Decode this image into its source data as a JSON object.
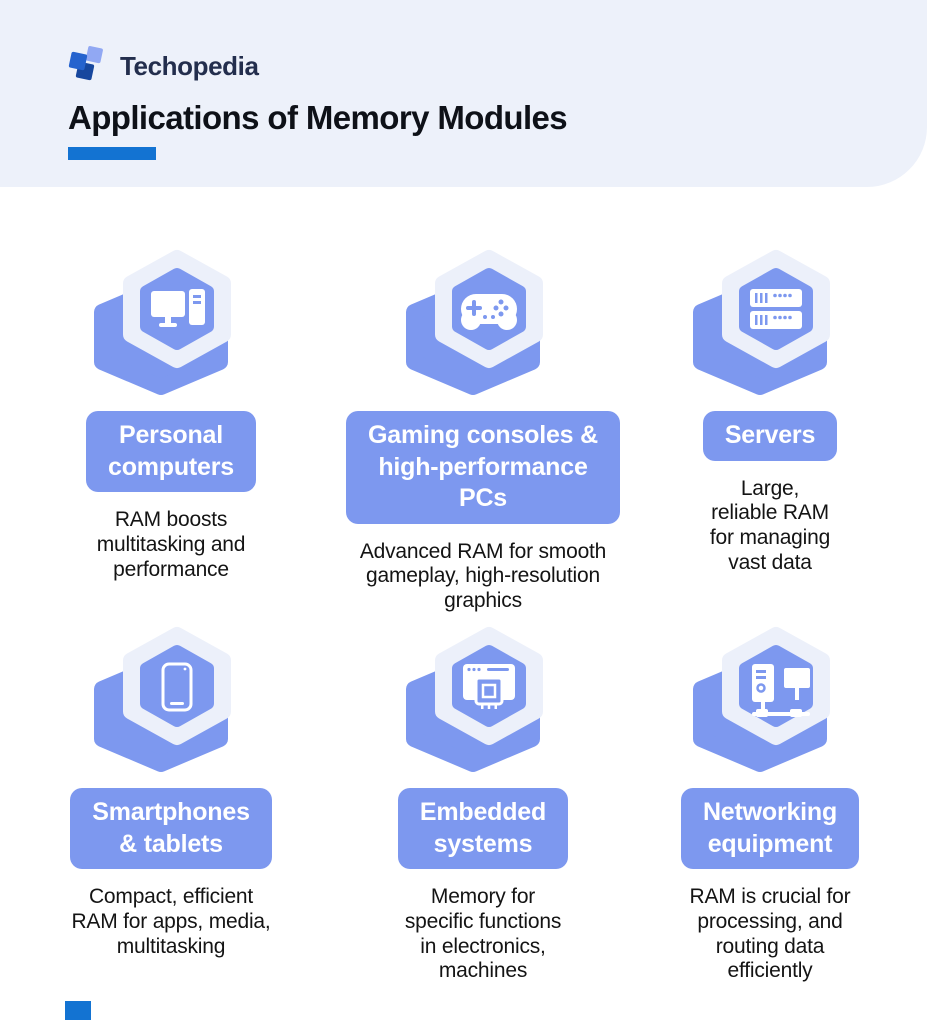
{
  "brand": {
    "name": "Techopedia",
    "logo_icon": "techopedia-logo"
  },
  "header": {
    "title": "Applications of Memory Modules"
  },
  "colors": {
    "header_bg": "#EDF1FA",
    "accent_blue": "#1373D2",
    "periwinkle": "#7D98EF",
    "hex_light": "#ECF0FA",
    "title_text": "#0E1118",
    "body_text": "#141414"
  },
  "cards": [
    {
      "icon": "desktop-computer-icon",
      "label": "Personal\ncomputers",
      "description": "RAM boosts\nmultitasking and\nperformance"
    },
    {
      "icon": "game-controller-icon",
      "label": "Gaming consoles &\nhigh-performance\nPCs",
      "description": "Advanced RAM for smooth\ngameplay, high-resolution\ngraphics"
    },
    {
      "icon": "server-rack-icon",
      "label": "Servers",
      "description": "Large,\nreliable RAM\nfor managing\nvast data"
    },
    {
      "icon": "smartphone-icon",
      "label": "Smartphones\n& tablets",
      "description": "Compact, efficient\nRAM for apps, media,\nmultitasking"
    },
    {
      "icon": "embedded-chip-icon",
      "label": "Embedded\nsystems",
      "description": "Memory for\nspecific functions\nin electronics,\nmachines"
    },
    {
      "icon": "network-devices-icon",
      "label": "Networking\nequipment",
      "description": "RAM is crucial for\nprocessing, and\nrouting data\nefficiently"
    }
  ]
}
